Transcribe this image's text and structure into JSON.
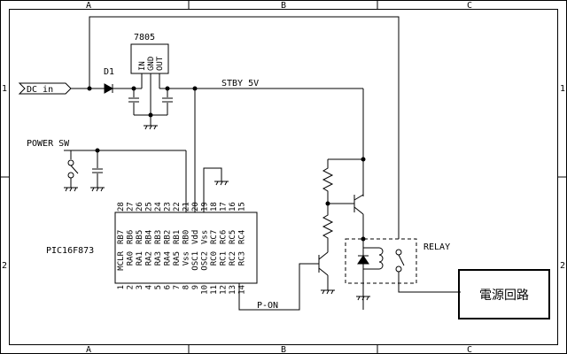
{
  "frame": {
    "col_labels": [
      "A",
      "B",
      "C"
    ],
    "row_labels": [
      "1",
      "2"
    ]
  },
  "labels": {
    "regulator": "7805",
    "regulator_pins": [
      "IN",
      "GND",
      "OUT"
    ],
    "diode": "D1",
    "dc_in": "DC in",
    "stby": "STBY 5V",
    "power_sw": "POWER SW",
    "mcu": "PIC16F873",
    "relay": "RELAY",
    "p_on": "P-ON",
    "power_block": "電源回路"
  },
  "mcu": {
    "top_pin_numbers": [
      "28",
      "27",
      "26",
      "25",
      "24",
      "23",
      "22",
      "21",
      "20",
      "19",
      "18",
      "17",
      "16",
      "15"
    ],
    "top_pin_names": [
      "RB7",
      "RB6",
      "RB5",
      "RB4",
      "RB3",
      "RB2",
      "RB1",
      "RB0",
      "Vdd",
      "Vss",
      "RC7",
      "RC6",
      "RC5",
      "RC4"
    ],
    "bottom_pin_names": [
      "MCLR",
      "RA0",
      "RA1",
      "RA2",
      "RA3",
      "RA4",
      "RA5",
      "Vss",
      "OSC1",
      "OSC2",
      "RC0",
      "RC1",
      "RC2",
      "RC3"
    ],
    "bottom_pin_numbers": [
      "1",
      "2",
      "3",
      "4",
      "5",
      "6",
      "7",
      "8",
      "9",
      "10",
      "11",
      "12",
      "13",
      "14"
    ]
  }
}
